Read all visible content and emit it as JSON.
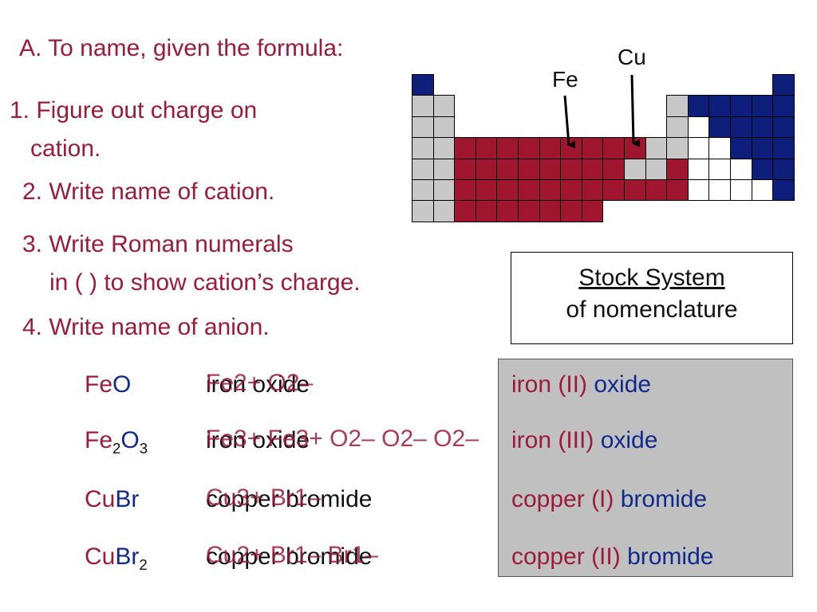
{
  "heading": "A. To name, given the formula:",
  "steps": {
    "s1_line1": "1. Figure out charge on",
    "s1_line2": "cation.",
    "s2": "2. Write name of cation.",
    "s3_line1": "3. Write Roman numerals",
    "s3_line2": "in ( ) to show cation’s charge.",
    "s4": "4. Write name of anion."
  },
  "labels": {
    "fe": "Fe",
    "cu": "Cu"
  },
  "stock": {
    "line1": "Stock System",
    "line2": "of nomenclature"
  },
  "rows": [
    {
      "formula": {
        "cation": "Fe",
        "anion": "O"
      },
      "overlay": {
        "name": "iron oxide",
        "ions": "Fe2+  O2–"
      },
      "answer": {
        "cation": "iron (II)",
        "anion": "oxide"
      }
    },
    {
      "formula": {
        "cation": "Fe",
        "sub1": "2",
        "anion": "O",
        "sub2": "3"
      },
      "overlay": {
        "name": "iron oxide",
        "ions": "Fe3+ Fe3+  O2– O2– O2–"
      },
      "answer": {
        "cation": "iron (III)",
        "anion": "oxide"
      }
    },
    {
      "formula": {
        "cation": "Cu",
        "anion": "Br"
      },
      "overlay": {
        "name": "copper bromide",
        "ions": "Cu3+ Br1–"
      },
      "answer": {
        "cation": "copper (I)",
        "anion": "bromide"
      }
    },
    {
      "formula": {
        "cation": "Cu",
        "anion": "Br",
        "sub2": "2"
      },
      "overlay": {
        "name": "copper bromide",
        "ions": "Cu2+ Br1– Br1–"
      },
      "answer": {
        "cation": "copper (II)",
        "anion": "bromide"
      }
    }
  ],
  "colors": {
    "text_red": "#9b1b3a",
    "text_blue": "#0f2a8a",
    "cell_red": "#a0162e",
    "cell_navy": "#0d1f7a",
    "cell_gray": "#c8c8c8",
    "cell_white": "#ffffff",
    "panel_gray": "#c0c0c0"
  }
}
